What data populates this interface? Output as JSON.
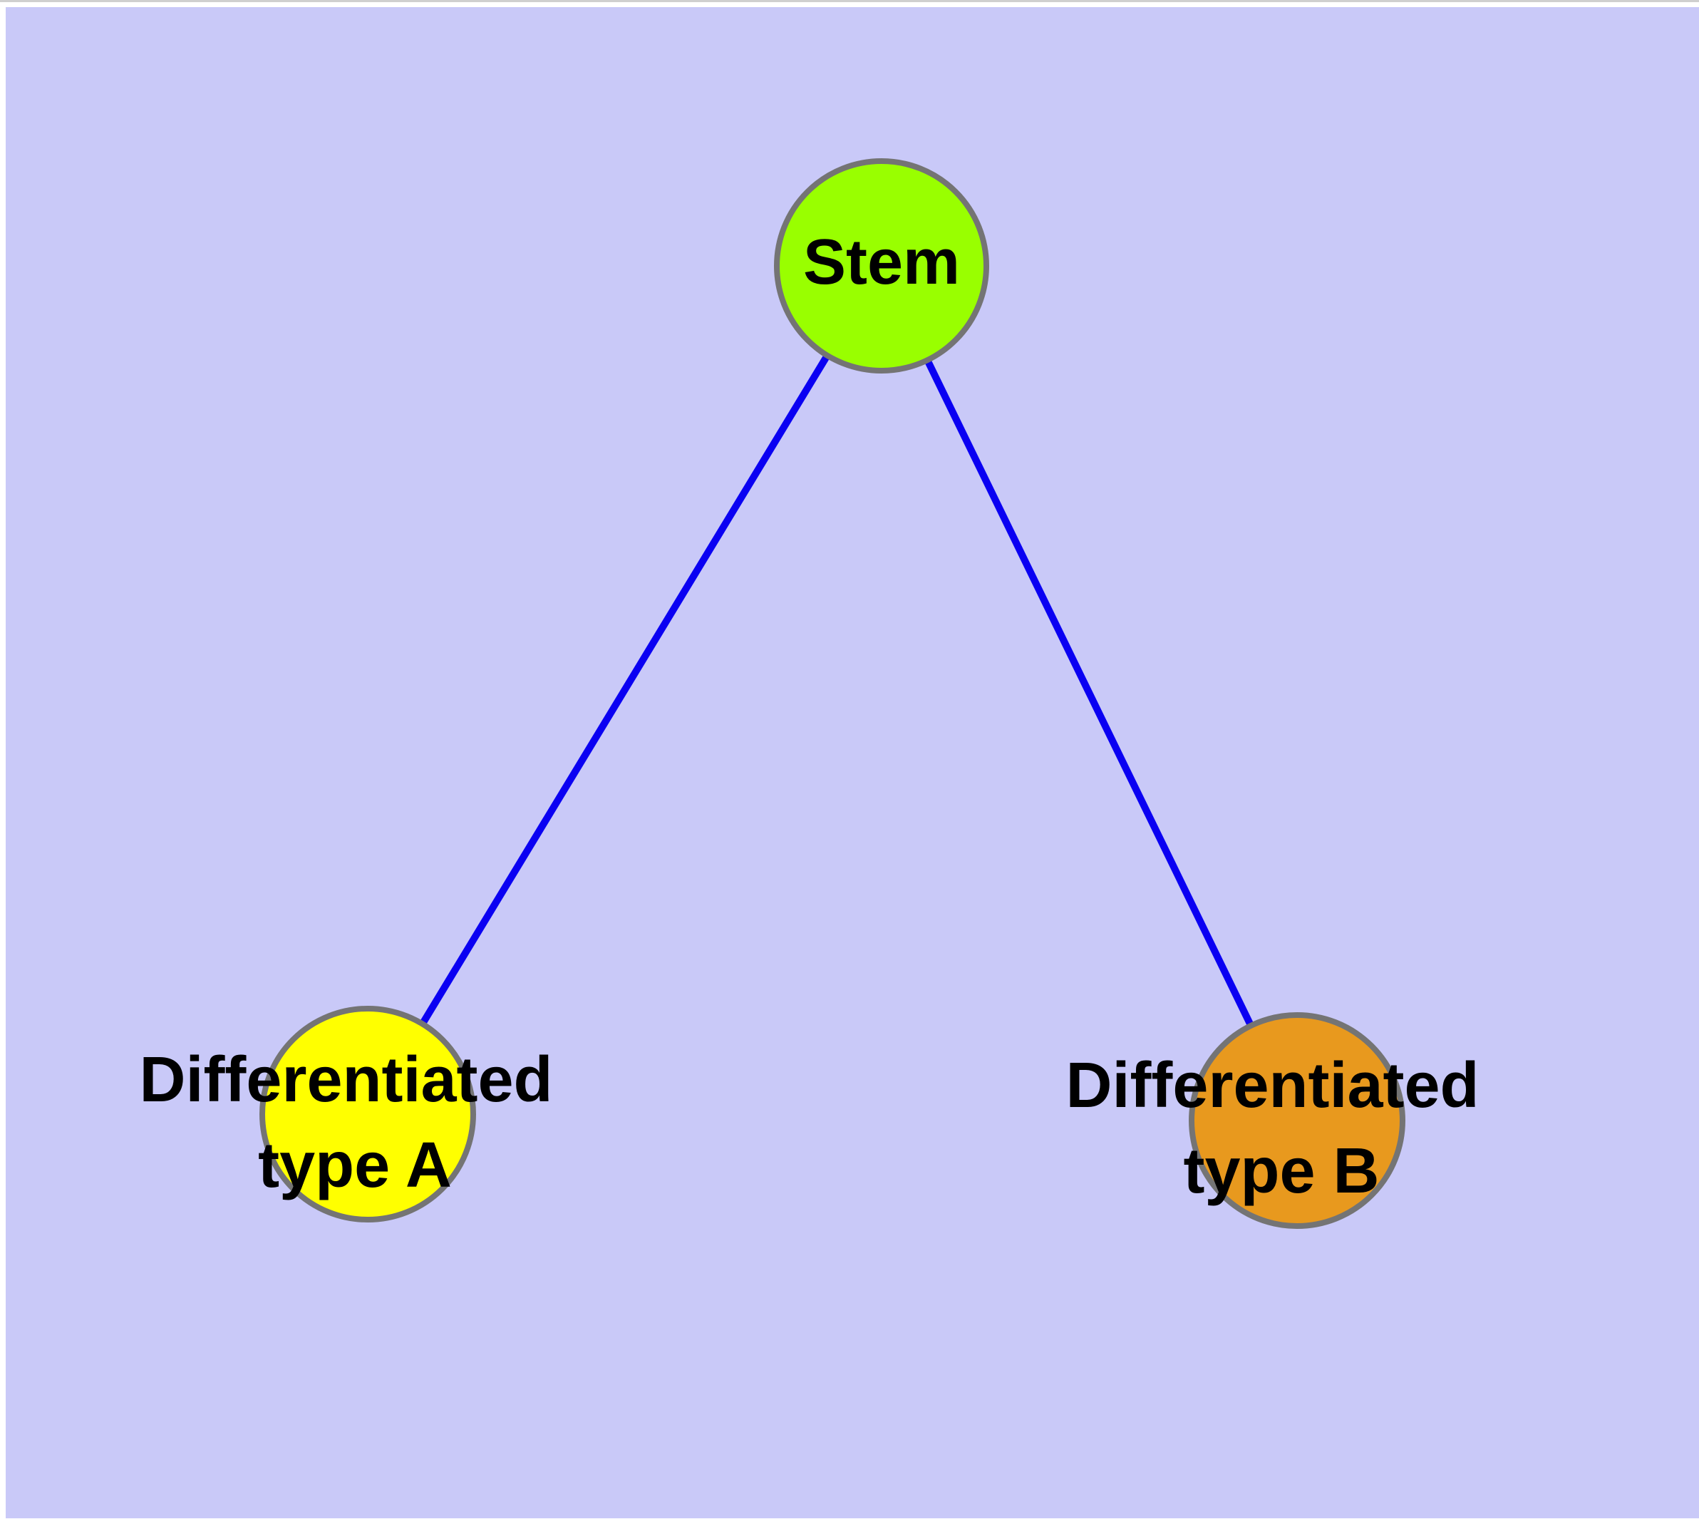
{
  "canvas": {
    "page_background": "#ffffff",
    "background": "#c9c9f8",
    "top_hairline": "#cfcfcf"
  },
  "diagram": {
    "type": "node-link-tree",
    "nodes": [
      {
        "id": "stem",
        "label": "Stem",
        "label_line1": "Stem",
        "fill": "#99ff00",
        "border": "#747474",
        "text_color": "#000000"
      },
      {
        "id": "typeA",
        "label": "Differentiated type A",
        "label_line1": "Differentiated",
        "label_line2": "type A",
        "fill": "#ffff00",
        "border": "#747474",
        "text_color": "#000000"
      },
      {
        "id": "typeB",
        "label": "Differentiated type B",
        "label_line1": "Differentiated",
        "label_line2": "type B",
        "fill": "#e8991e",
        "border": "#747474",
        "text_color": "#000000"
      }
    ],
    "edges": [
      {
        "from": "stem",
        "to": "typeA",
        "color": "#0a00f2"
      },
      {
        "from": "stem",
        "to": "typeB",
        "color": "#0a00f2"
      }
    ]
  }
}
